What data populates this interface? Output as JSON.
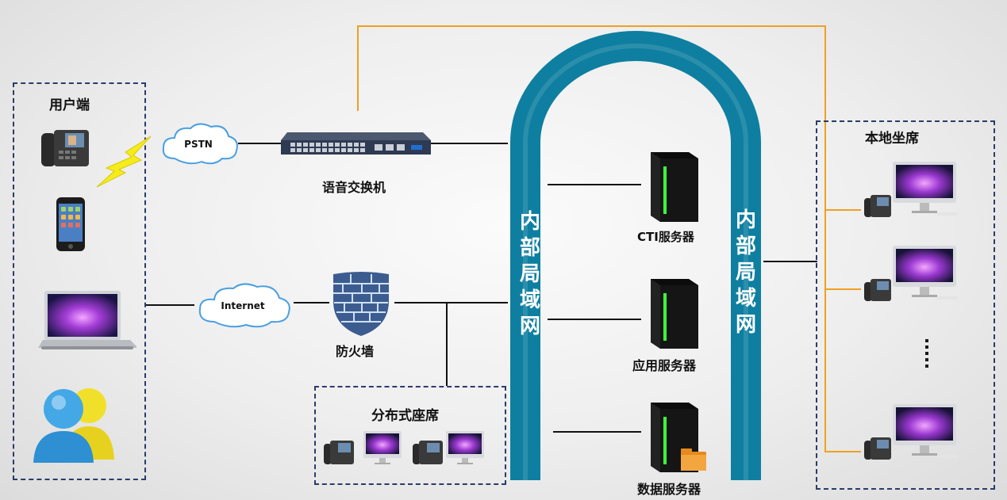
{
  "groups": {
    "user_end": "用户端",
    "local_seats": "本地坐席",
    "distributed_seats": "分布式座席"
  },
  "clouds": {
    "pstn": "PSTN",
    "internet": "Internet"
  },
  "devices": {
    "voice_switch": "语音交换机",
    "firewall": "防火墙",
    "cti_server": "CTI服务器",
    "app_server": "应用服务器",
    "data_server": "数据服务器"
  },
  "lan": {
    "left": "内部局域网",
    "right": "内部局域网"
  },
  "colors": {
    "lan_arch": "#0e7fa0",
    "orange_line": "#f0a020",
    "dashed_border": "#2a3c6a"
  }
}
